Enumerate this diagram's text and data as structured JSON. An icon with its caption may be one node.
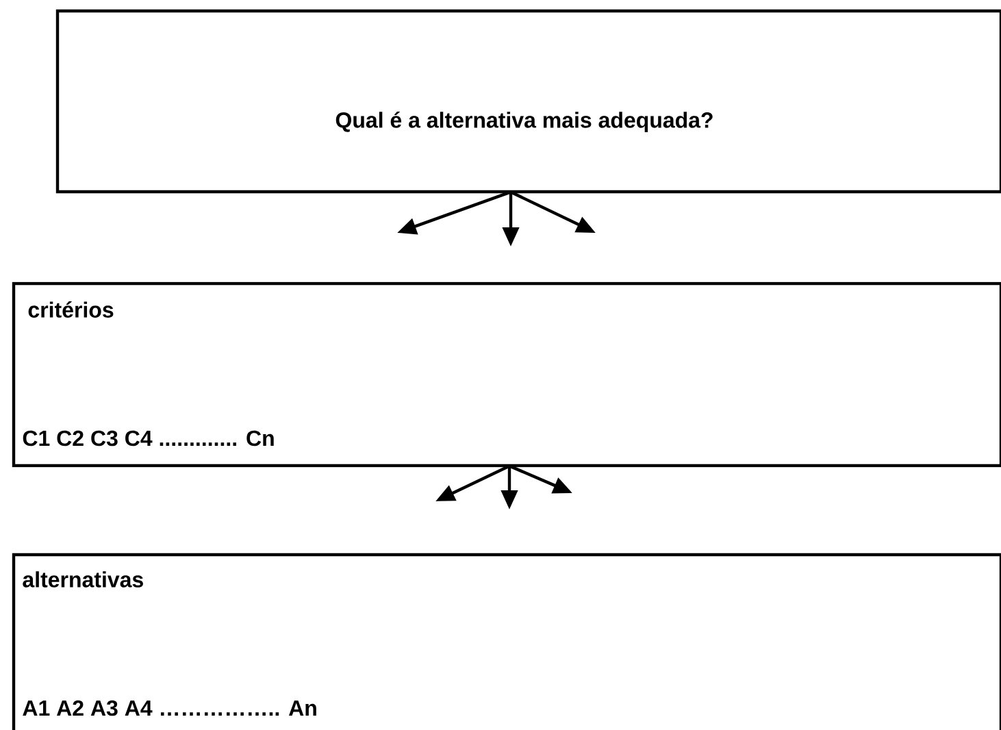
{
  "diagram": {
    "nodes": [
      {
        "text": [
          "Qual é a alternativa mais adequada?"
        ]
      },
      {
        "text": [
          "critérios",
          "C1 C2 C3 C4 ............. Cn"
        ]
      },
      {
        "text": [
          "alternativas",
          "A1 A2 A3 A4 …………….. An"
        ]
      }
    ],
    "edges": [
      {
        "from": 0,
        "to": null,
        "arrow": "to"
      },
      {
        "from": 0,
        "to": null,
        "arrow": "to"
      },
      {
        "from": 0,
        "to": null,
        "arrow": "to"
      },
      {
        "from": 1,
        "to": null,
        "arrow": "to"
      },
      {
        "from": 1,
        "to": null,
        "arrow": "to"
      },
      {
        "from": 1,
        "to": null,
        "arrow": "to"
      }
    ]
  }
}
